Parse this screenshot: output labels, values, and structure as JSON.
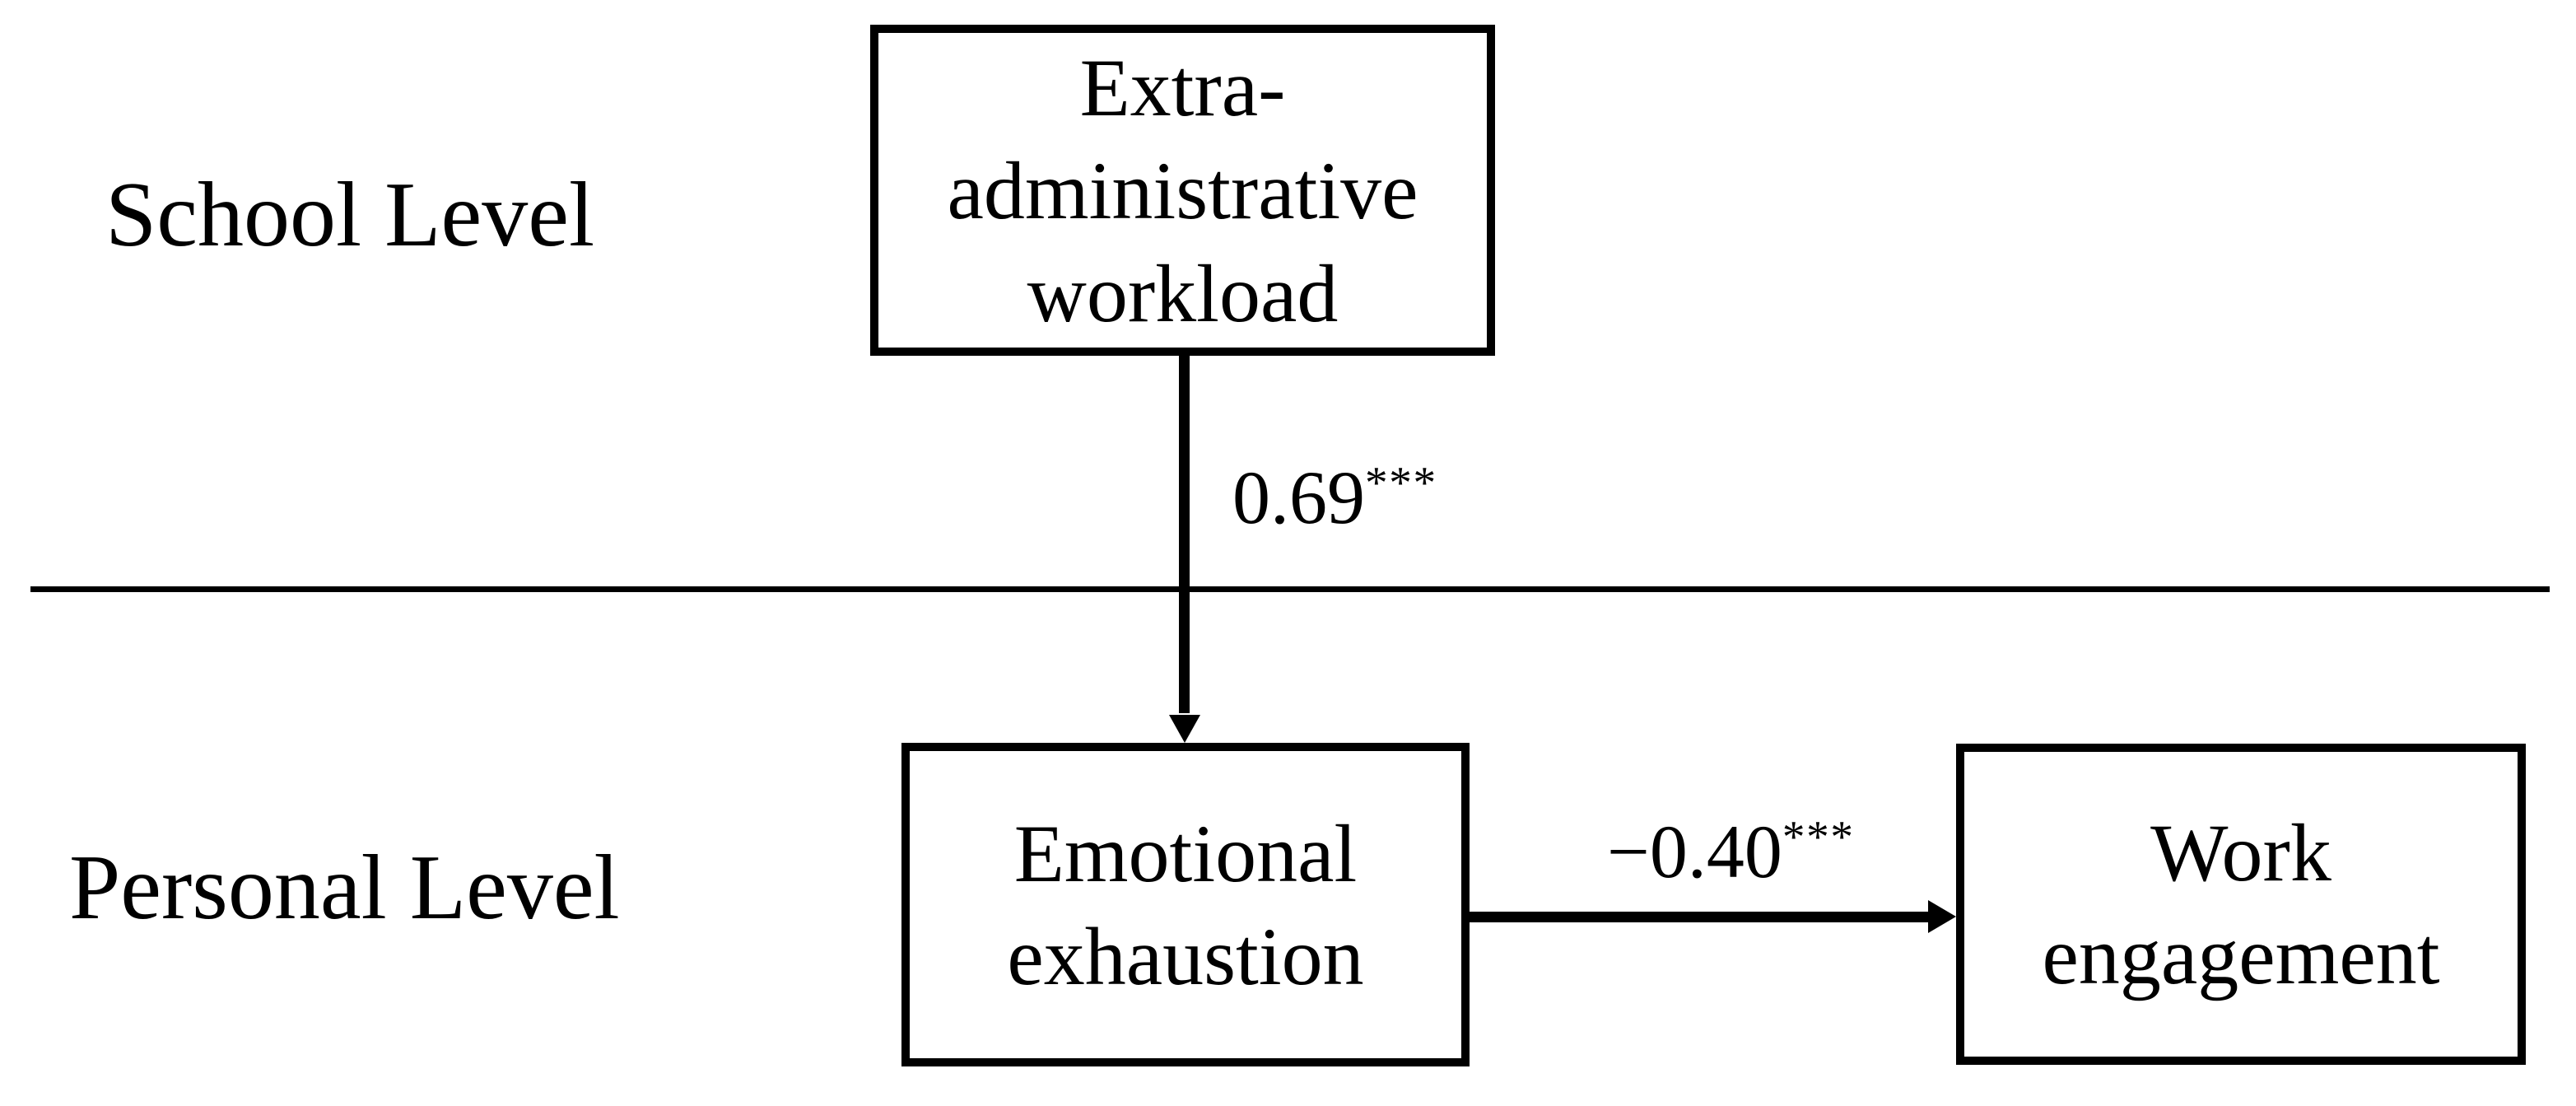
{
  "figure": {
    "type": "multilevel-path-diagram",
    "colors": {
      "ink": "#000000",
      "background": "#ffffff"
    },
    "levels": [
      {
        "id": "school",
        "label": "School Level"
      },
      {
        "id": "personal",
        "label": "Personal Level"
      }
    ],
    "nodes": [
      {
        "id": "extra-administrative-workload",
        "level": "school",
        "label": "Extra-\nadministrative\nworkload"
      },
      {
        "id": "emotional-exhaustion",
        "level": "personal",
        "label": "Emotional\nexhaustion"
      },
      {
        "id": "work-engagement",
        "level": "personal",
        "label": "Work\nengagement"
      }
    ],
    "paths": [
      {
        "from": "extra-administrative-workload",
        "to": "emotional-exhaustion",
        "direction": "down",
        "coefficient": "0.69",
        "significance": "***"
      },
      {
        "from": "emotional-exhaustion",
        "to": "work-engagement",
        "direction": "right",
        "coefficient": "−0.40",
        "significance": "***"
      }
    ]
  }
}
